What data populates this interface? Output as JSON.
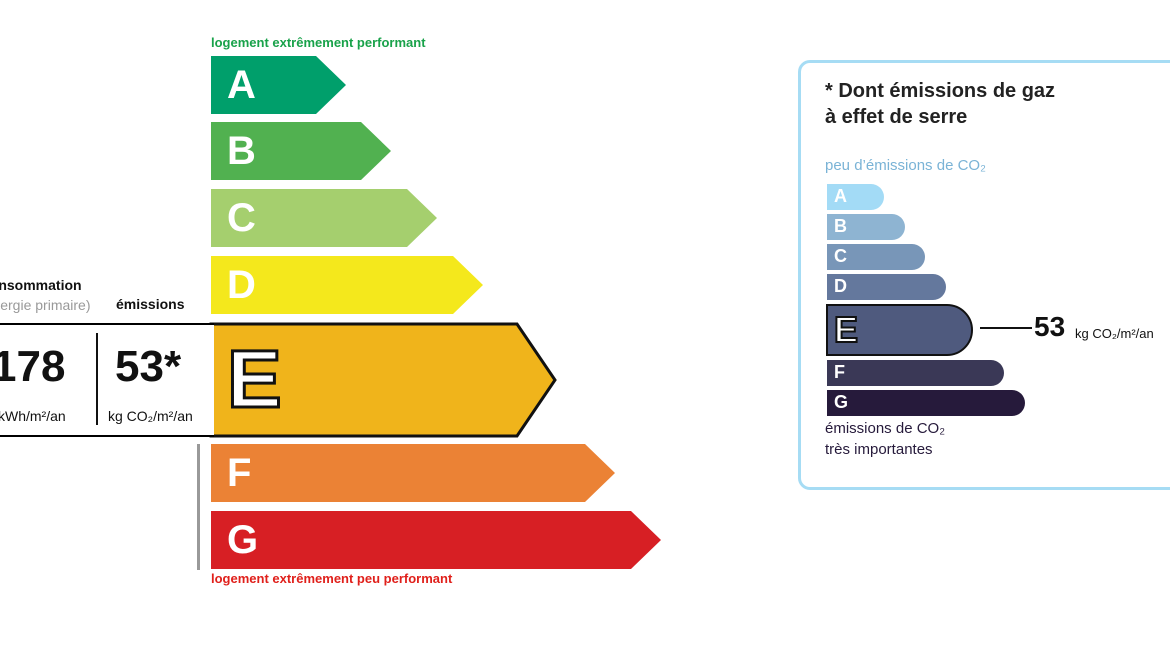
{
  "energy": {
    "top_caption": "logement extrêmement performant",
    "bottom_caption": "logement extrêmement peu performant",
    "active_class": "E",
    "classes": [
      {
        "letter": "A",
        "color": "#009f6b"
      },
      {
        "letter": "B",
        "color": "#51b150"
      },
      {
        "letter": "C",
        "color": "#a5cf6e"
      },
      {
        "letter": "D",
        "color": "#f4e81c"
      },
      {
        "letter": "E",
        "color": "#f0b41b"
      },
      {
        "letter": "F",
        "color": "#eb8235"
      },
      {
        "letter": "G",
        "color": "#d71f24"
      }
    ],
    "consumption_label_1": "consommation",
    "consumption_label_2": "(énergie primaire)",
    "emissions_label": "émissions",
    "consumption_value": "178",
    "consumption_unit": "kWh/m²/an",
    "emissions_value": "53*",
    "emissions_unit": "kg CO₂/m²/an",
    "top_caption_color": "#19a24a",
    "bottom_caption_color": "#e0201b"
  },
  "ges": {
    "title_line1": "* Dont émissions de gaz",
    "title_line2": "à effet de serre",
    "top_caption": "peu d’émissions de CO₂",
    "bottom_caption_1": "émissions de CO₂",
    "bottom_caption_2": "très importantes",
    "active_class": "E",
    "value": "53",
    "unit": "kg CO₂/m²/an",
    "classes": [
      {
        "letter": "A",
        "color": "#a3dbf6"
      },
      {
        "letter": "B",
        "color": "#8eb4d2"
      },
      {
        "letter": "C",
        "color": "#7896b8"
      },
      {
        "letter": "D",
        "color": "#64789d"
      },
      {
        "letter": "E",
        "color": "#4f5a7e"
      },
      {
        "letter": "F",
        "color": "#3a3856"
      },
      {
        "letter": "G",
        "color": "#261a3b"
      }
    ]
  }
}
